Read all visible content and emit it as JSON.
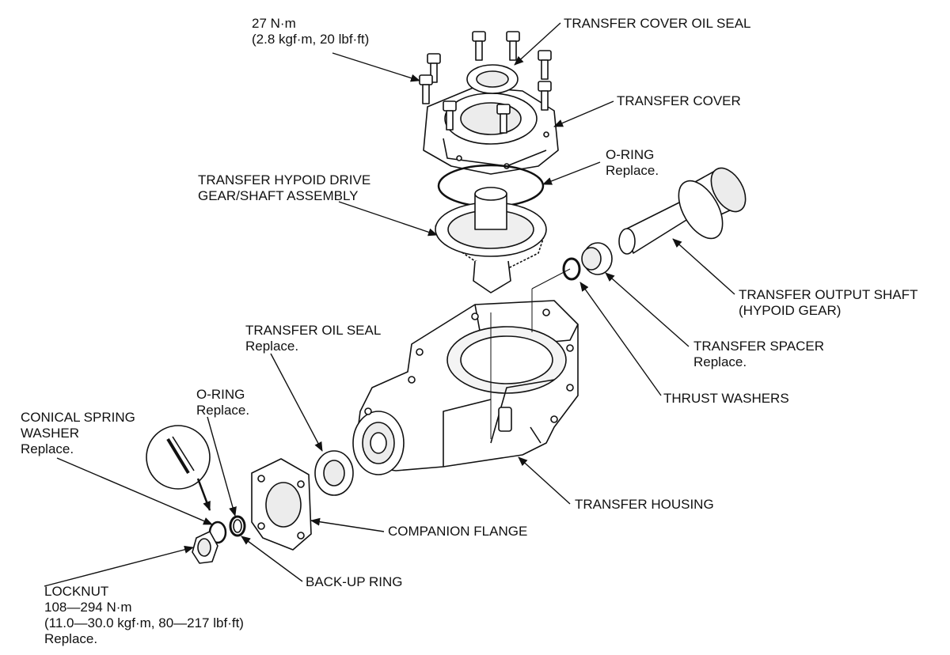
{
  "labels": {
    "cover_bolt_torque": [
      "27 N·m",
      "(2.8 kgf·m, 20 lbf·ft)"
    ],
    "transfer_cover_oil_seal": [
      "TRANSFER COVER OIL SEAL"
    ],
    "transfer_cover": [
      "TRANSFER COVER"
    ],
    "o_ring_upper": [
      "O-RING",
      "Replace."
    ],
    "hypoid_drive_gear": [
      "TRANSFER HYPOID DRIVE",
      "GEAR/SHAFT ASSEMBLY"
    ],
    "output_shaft": [
      "TRANSFER OUTPUT SHAFT",
      "(HYPOID GEAR)"
    ],
    "transfer_spacer": [
      "TRANSFER SPACER",
      "Replace."
    ],
    "thrust_washers": [
      "THRUST WASHERS"
    ],
    "transfer_oil_seal": [
      "TRANSFER OIL SEAL",
      "Replace."
    ],
    "o_ring_lower": [
      "O-RING",
      "Replace."
    ],
    "conical_spring_washer": [
      "CONICAL SPRING",
      "WASHER",
      "Replace."
    ],
    "transfer_housing": [
      "TRANSFER HOUSING"
    ],
    "companion_flange": [
      "COMPANION FLANGE"
    ],
    "back_up_ring": [
      "BACK-UP RING"
    ],
    "locknut": [
      "LOCKNUT",
      "108—294 N·m",
      "(11.0—30.0 kgf·m, 80—217 lbf·ft)",
      "Replace."
    ]
  },
  "colors": {
    "ink": "#111111",
    "fill": "#ffffff",
    "shade": "#e6e6e6"
  }
}
